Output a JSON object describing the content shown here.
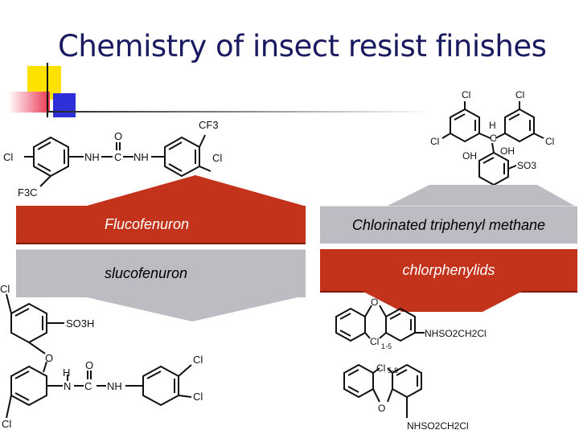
{
  "slide": {
    "title": "Chemistry of insect resist finishes",
    "bands": {
      "flucofenuron": "Flucofenuron",
      "slucofenuron": "slucofenuron",
      "chlorinated": "Chlorinated triphenyl methane",
      "chlorphenylids": "chlorphenylids"
    },
    "colors": {
      "accent_red": "#c3321a",
      "band_grey": "#bcbcc2",
      "title": "#1a1a60"
    }
  },
  "structures": {
    "top_left": {
      "cf3": "CF3",
      "cl_left": "Cl",
      "cl_right": "Cl",
      "o": "O",
      "nh_left": "NH",
      "c": "C",
      "nh_right": "NH",
      "f3c": "F3C"
    },
    "top_right": {
      "cl_tl": "Cl",
      "cl_tr": "Cl",
      "cl_l": "Cl",
      "cl_r": "Cl",
      "h": "H",
      "c": "C",
      "oh_left": "OH",
      "oh_right": "OH",
      "so3": "SO3"
    },
    "bottom_left": {
      "cl_top": "Cl",
      "so3h": "SO3H",
      "o": "O",
      "h": "H",
      "o_top": "O",
      "n": "N",
      "c": "C",
      "nh": "NH",
      "cl_1": "Cl",
      "cl_2": "Cl",
      "cl_bottom": "Cl"
    },
    "bottom_right": {
      "o_top": "O",
      "nhso2_1": "NHSO2CH2Cl",
      "cl_mid": "Cl",
      "sub1": "1-5",
      "cl_top2": "Cl",
      "sub2": "5-8",
      "o_bottom": "O",
      "nhso2_2": "NHSO2CH2Cl"
    }
  }
}
